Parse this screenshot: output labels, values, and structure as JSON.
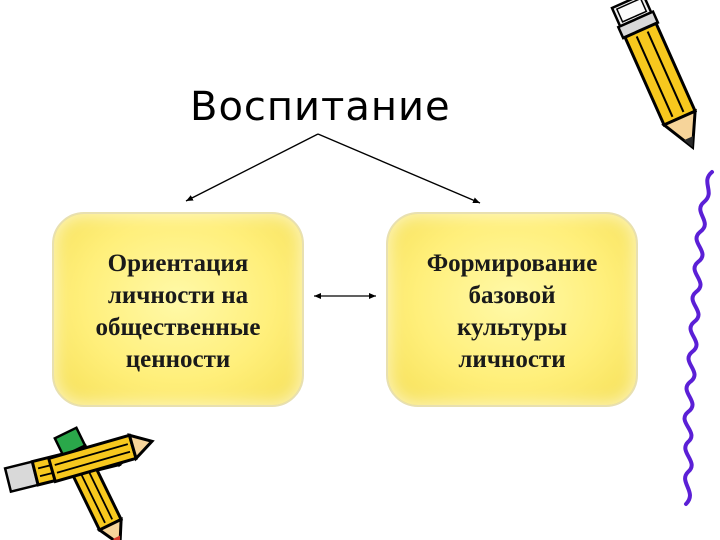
{
  "diagram": {
    "title": "Воспитание",
    "nodes": [
      {
        "id": "left",
        "text": "Ориентация\nличности на\nобщественные\nценности"
      },
      {
        "id": "right",
        "text": "Формирование\nбазовой\nкультуры\nличности"
      }
    ],
    "edges": [
      {
        "from": "title",
        "to": "left",
        "arrow": "end"
      },
      {
        "from": "title",
        "to": "right",
        "arrow": "end"
      },
      {
        "from": "left",
        "to": "right",
        "arrow": "both"
      }
    ]
  },
  "colors": {
    "box_fill": "#ffef7a",
    "box_border": "#e8e0b0",
    "line": "#000000",
    "pencil_body": "#f7c81e",
    "pencil_outline": "#000000",
    "squiggle": "#5b1fd6"
  },
  "decorations": [
    {
      "icon": "pencil-icon",
      "location": "top-right"
    },
    {
      "icon": "crossed-pencils-icon",
      "location": "bottom-left"
    },
    {
      "icon": "squiggle-line-icon",
      "location": "right-edge"
    }
  ]
}
